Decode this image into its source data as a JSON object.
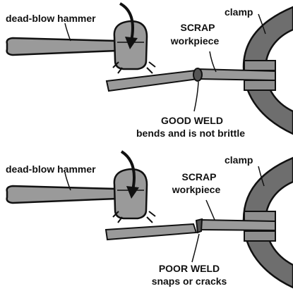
{
  "top_panel": {
    "hammer_label": "dead-blow hammer",
    "clamp_label": "clamp",
    "scrap_label_line1": "SCRAP",
    "scrap_label_line2": "workpiece",
    "result_label_line1": "GOOD WELD",
    "result_label_line2": "bends and is not brittle"
  },
  "bottom_panel": {
    "hammer_label": "dead-blow hammer",
    "clamp_label": "clamp",
    "scrap_label_line1": "SCRAP",
    "scrap_label_line2": "workpiece",
    "result_label_line1": "POOR WELD",
    "result_label_line2": "snaps or cracks"
  },
  "colors": {
    "metal_gray": "#9a9a9a",
    "clamp_gray": "#6e6e6e",
    "outline": "#111111",
    "background": "#ffffff"
  }
}
